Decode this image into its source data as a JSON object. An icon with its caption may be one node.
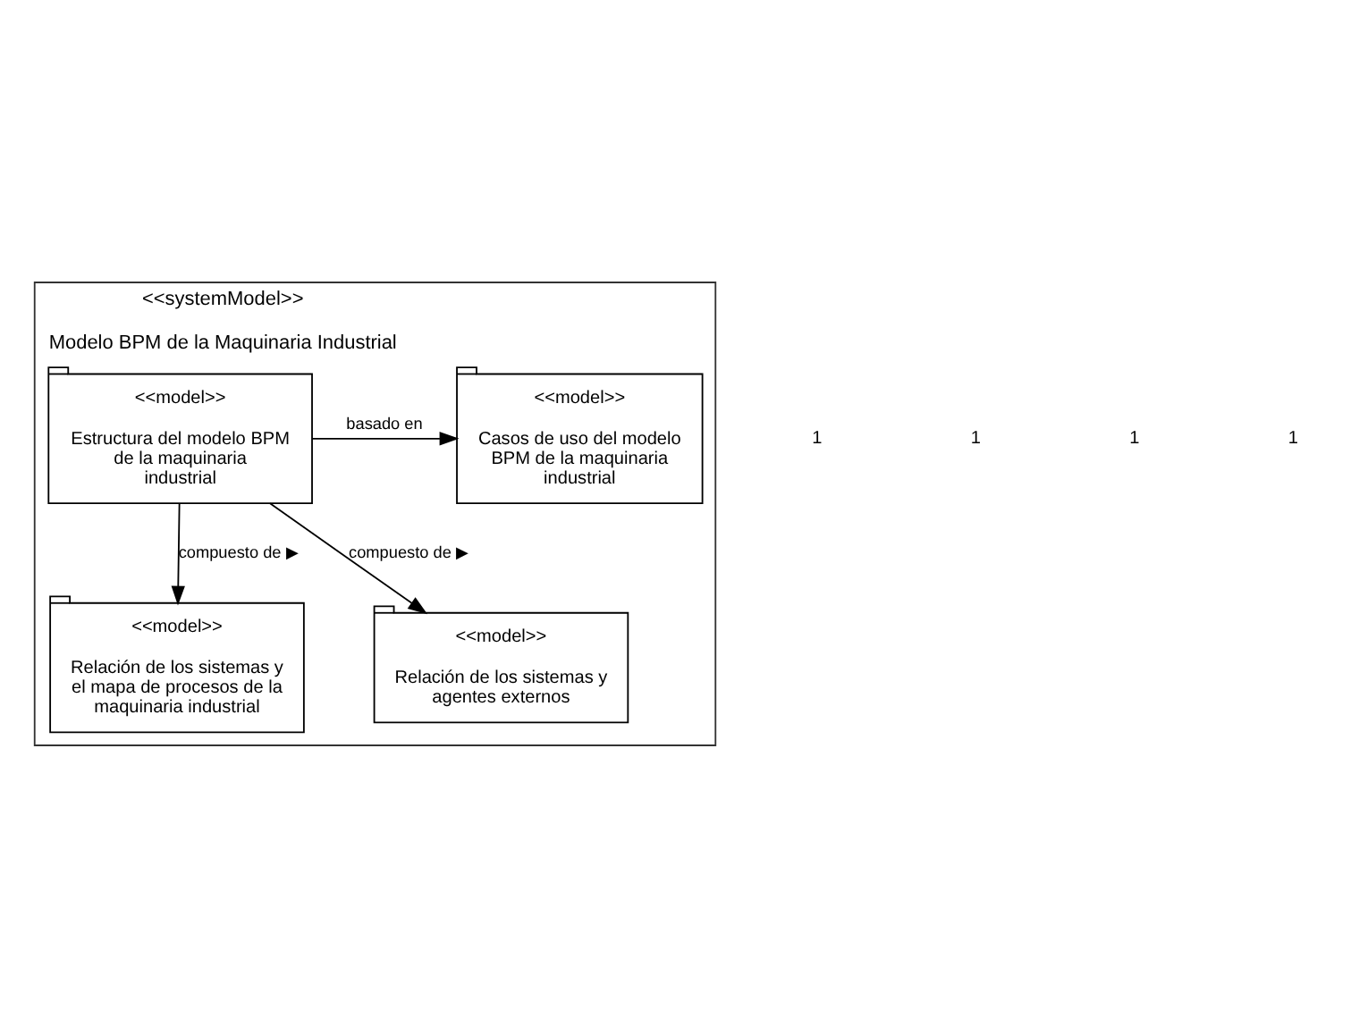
{
  "diagram": {
    "nodes": [
      {
        "text": [
          "<<systemModel>>",
          "Modelo BPM de la Maquinaria Industrial"
        ]
      },
      {
        "text": [
          "<<model>>",
          "Casos de uso del modelo BPM de la maquinaria industrial"
        ],
        "in": 0
      },
      {
        "text": [
          "<<model>>",
          "Estructura del modelo BPM de la maquinaria industrial"
        ],
        "in": 0
      },
      {
        "text": [
          "<<model>>",
          "Relación de los sistemas y el mapa de procesos de la maquinaria industrial"
        ],
        "in": 0
      },
      {
        "text": [
          "<<model>>",
          "Relación de los sistemas y agentes externos"
        ],
        "in": 0
      }
    ],
    "edges": [
      {
        "from": 2,
        "to": 1,
        "arrow": "to",
        "label": "basado en"
      },
      {
        "from": 2,
        "to": 3,
        "arrow": "to",
        "label": "compuesto de ▶"
      },
      {
        "from": 2,
        "to": 4,
        "arrow": "to",
        "label": "compuesto de ▶"
      }
    ],
    "labels": [
      "1",
      "1",
      "1",
      "1"
    ]
  }
}
